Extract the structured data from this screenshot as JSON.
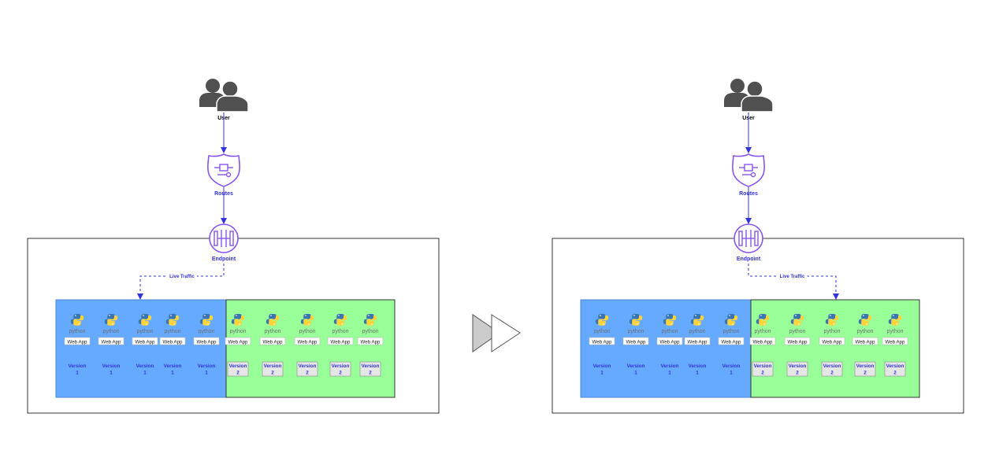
{
  "diagrams": [
    {
      "user_label": "User",
      "routes_label": "Routes",
      "endpoint_label": "Endpoint",
      "live_traffic_label": "Live Traffic",
      "traffic_target": "blue",
      "app_label": "Web App",
      "python_word": "python",
      "blue_versions": [
        [
          "Version",
          "1"
        ],
        [
          "Version",
          "1"
        ],
        [
          "Version",
          "1"
        ],
        [
          "Version",
          "1"
        ],
        [
          "Version",
          "1"
        ]
      ],
      "green_versions": [
        [
          "Version",
          "2"
        ],
        [
          "Version",
          "2"
        ],
        [
          "Version",
          "2"
        ],
        [
          "Version",
          "2"
        ],
        [
          "Version",
          "2"
        ]
      ]
    },
    {
      "user_label": "User",
      "routes_label": "Routes",
      "endpoint_label": "Endpoint",
      "live_traffic_label": "Live Traffic",
      "traffic_target": "green",
      "app_label": "Web App",
      "python_word": "python",
      "blue_versions": [
        [
          "Version",
          "1"
        ],
        [
          "Version",
          "1"
        ],
        [
          "Version",
          "1"
        ],
        [
          "Version",
          "1"
        ],
        [
          "Version",
          "1"
        ]
      ],
      "green_versions": [
        [
          "Version",
          "2"
        ],
        [
          "Version",
          "2"
        ],
        [
          "Version",
          "2"
        ],
        [
          "Version",
          "2"
        ],
        [
          "Version",
          "2"
        ]
      ]
    }
  ],
  "colors": {
    "blue_pool": "#66aaff",
    "green_pool": "#99ff99",
    "connector": "#3333dd",
    "icon_purple": "#8855ee",
    "user_icon": "#505050",
    "python_blue": "#3a75b0",
    "python_yellow": "#ffd43b"
  }
}
